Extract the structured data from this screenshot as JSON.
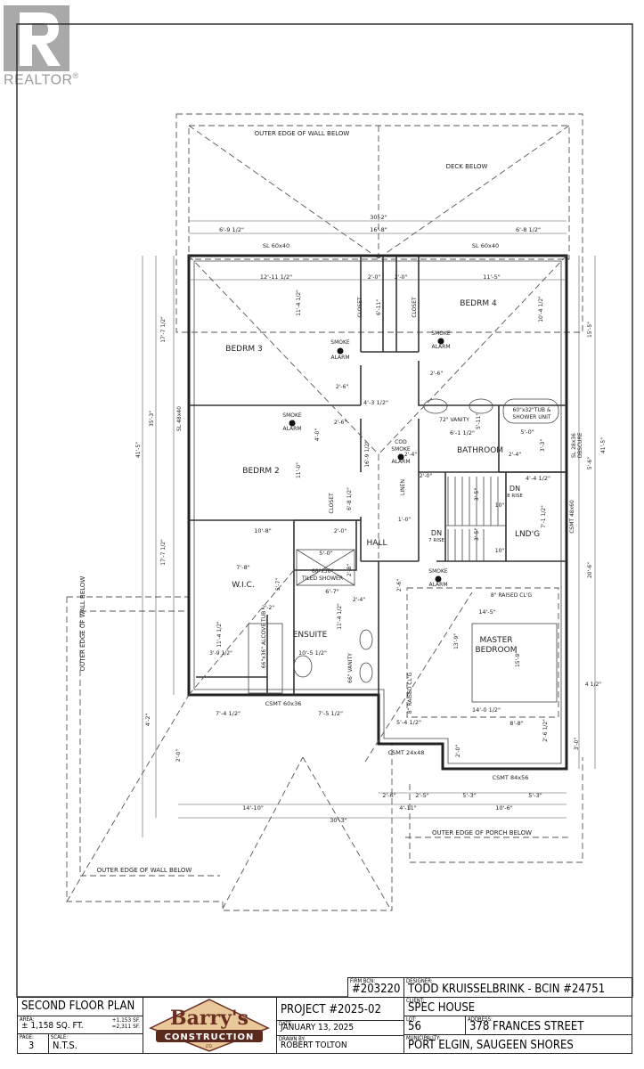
{
  "watermark": {
    "brand": "REALTOR",
    "registered": "®"
  },
  "plan": {
    "labels": [
      "OUTER EDGE OF WALL BELOW",
      "DECK BELOW",
      "30'-2\"",
      "6'-9 1/2\"",
      "16'-8\"",
      "6'-8 1/2\"",
      "SL 60x40",
      "SL 60x40",
      "12'-11 1/2\"",
      "2'-0\"",
      "2'-0\"",
      "11'-5\"",
      "BEDRM 3",
      "BEDRM 4",
      "BEDRM 2",
      "BATHROOM",
      "HALL",
      "LND'G",
      "W.I.C.",
      "ENSUITE",
      "MASTER",
      "BEDROOM",
      "SMOKE",
      "ALARM",
      "SMOKE",
      "ALARM",
      "SMOKE",
      "ALARM",
      "SMOKE",
      "ALARM",
      "COD",
      "SMOKE",
      "ALARM",
      "72\" VANITY",
      "60\"x32\"TUB &",
      "SHOWER UNIT",
      "60\"x36\"",
      "TILED SHOWER",
      "66\"x36\" ALCOVE TUB",
      "66\" VANITY",
      "8\" RAISED CL'G",
      "8\" RAISED CL'G",
      "CSMT 60x36",
      "CSMT 24x48",
      "CSMT 84x56",
      "14'-5\"",
      "14'-0 1/2\"",
      "8'-8\"",
      "5'-4 1/2\"",
      "7'-4 1/2\"",
      "7'-5 1/2\"",
      "2'-6\"",
      "2'-5\"",
      "5'-3\"",
      "5'-3\"",
      "4'-11\"",
      "10'-6\"",
      "14'-10\"",
      "30'-3\"",
      "OUTER EDGE OF PORCH BELOW",
      "OUTER EDGE OF WALL BELOW",
      "OUTER EDGE OF WALL BELOW",
      "17'-7 1/2\"",
      "35'-3\"",
      "41'-5\"",
      "SL 48x40",
      "17'-7 1/2\"",
      "4'-2\"",
      "2'-0\"",
      "15'-5\"",
      "5'-6\"",
      "41'-5\"",
      "20'-6\"",
      "SL 28x36",
      "OBSCURE",
      "CSMT 48x60",
      "4 1/2\"",
      "3'-0\"",
      "2'-6 1/2\"",
      "11'-4 1/2\"",
      "10'-4 1/2\"",
      "6'-11\"",
      "4'-3 1/2\"",
      "2'-6\"",
      "2'-6\"",
      "2'-6\"",
      "4'-0\"",
      "16'-9 1/2\"",
      "11'-0\"",
      "6'-1 1/2\"",
      "5'-11\"",
      "5'-0\"",
      "2'-4\"",
      "2'-4\"",
      "3'-3\"",
      "2'-0\"",
      "LINEN",
      "DN",
      "8 RISE",
      "3'-5\"",
      "4'-4 1/2\"",
      "7'-1 1/2\"",
      "10\"",
      "1'-0\"",
      "DN",
      "7 RISE",
      "10'-8\"",
      "2'-0\"",
      "6'-8 1/2\"",
      "5'-0\"",
      "2'-8\"",
      "7'-8\"",
      "5'-7\"",
      "6'-7\"",
      "2'-4\"",
      "2'-2\"",
      "11'-4 1/2\"",
      "11'-4 1/2\"",
      "3'-9 1/2\"",
      "10'-5 1/2\"",
      "13'-9\"",
      "15'-9\"",
      "2'-0\"",
      "2'-6\"",
      "CLOSET",
      "CLOSET",
      "CLOSET",
      "3'-5\"",
      "10\""
    ]
  },
  "title_block": {
    "firm_bcn_caption": "FIRM BCN:",
    "firm_bcn": "#203220",
    "designer_caption": "DESIGNER:",
    "designer": "TODD KRUISSELBRINK - BCIN #24751",
    "plan_title": "SECOND FLOOR PLAN",
    "area_caption": "AREA:",
    "area": "± 1,158 SQ. FT.",
    "area_breakdown_1": "+1,153 SF.",
    "area_breakdown_2": "=2,311 SF.",
    "page_caption": "PAGE:",
    "page": "3",
    "scale_caption": "SCALE:",
    "scale": "N.T.S.",
    "logo": {
      "name": "Barry's",
      "sub": "CONSTRUCTION",
      "ltd": "LTD."
    },
    "project": "PROJECT #2025-02",
    "date_caption": "DATE:",
    "date": "JANUARY 13, 2025",
    "drawn_by_caption": "DRAWN BY:",
    "drawn_by": "ROBERT TOLTON",
    "client_caption": "CLIENT:",
    "client": "SPEC HOUSE",
    "lot_caption": "LOT:",
    "lot": "56",
    "address_caption": "ADDRESS:",
    "address": "378 FRANCES STREET",
    "municipality_caption": "MUNICIPALITY:",
    "municipality": "PORT ELGIN, SAUGEEN SHORES"
  },
  "colors": {
    "line": "#222222",
    "logo_brown": "#6b2f22",
    "logo_tan": "#e9c89a",
    "watermark": "#a9a9a9"
  }
}
